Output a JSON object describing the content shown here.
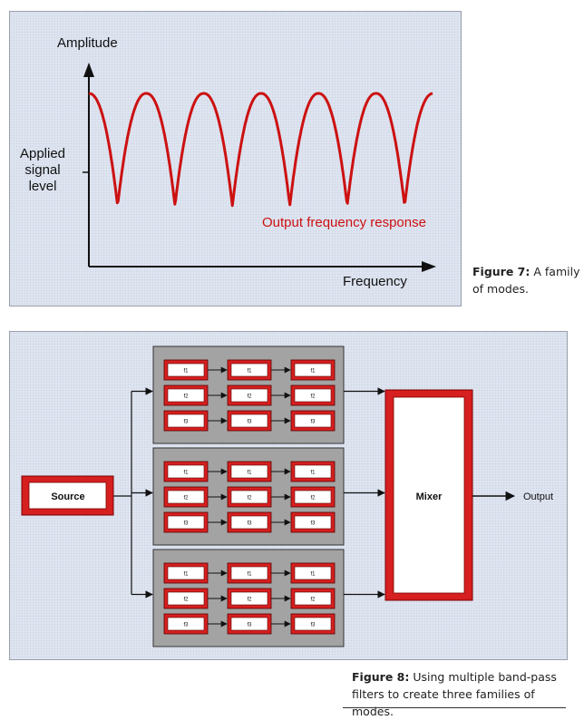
{
  "figure7": {
    "y_axis_label": "Amplitude",
    "x_axis_label": "Frequency",
    "level_label_lines": [
      "Applied",
      "signal",
      "level"
    ],
    "curve_label": "Output frequency response",
    "curve_color": "#cc1111",
    "peak_count": 6,
    "caption_prefix": "Figure 7:",
    "caption_text": "A family of modes.",
    "caption_lines": [
      "A family",
      "of modes."
    ]
  },
  "figure8": {
    "source_label": "Source",
    "mixer_label": "Mixer",
    "output_label": "Output",
    "banks": [
      {
        "rows": [
          [
            "f1",
            "f1",
            "f1"
          ],
          [
            "f2",
            "f2",
            "f2"
          ],
          [
            "f3",
            "f3",
            "f3"
          ]
        ]
      },
      {
        "rows": [
          [
            "f1",
            "f1",
            "f1"
          ],
          [
            "f2",
            "f2",
            "f2"
          ],
          [
            "f3",
            "f3",
            "f3"
          ]
        ]
      },
      {
        "rows": [
          [
            "f1",
            "f1",
            "f1"
          ],
          [
            "f2",
            "f2",
            "f2"
          ],
          [
            "f3",
            "f3",
            "f3"
          ]
        ]
      }
    ],
    "caption_prefix": "Figure 8:",
    "caption_text": "Using multiple band-pass filters to create three families of modes.",
    "caption_lines": [
      "Using multiple band-pass",
      "filters to create three families of modes."
    ]
  }
}
